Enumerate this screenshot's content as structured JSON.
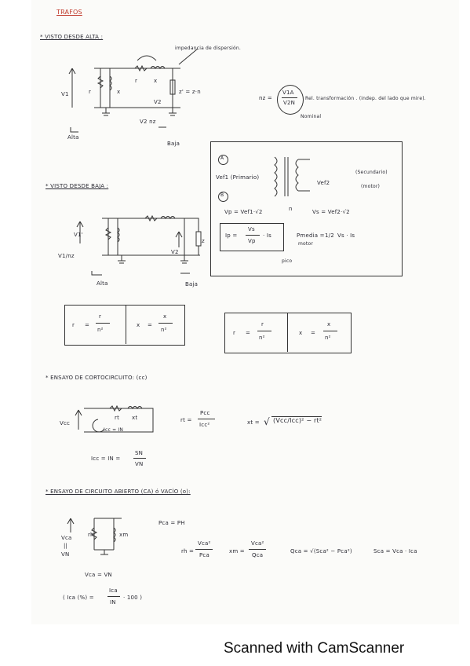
{
  "title": "TRAFOS",
  "s1": {
    "heading": "* VISTO DESDE ALTA :",
    "impedance_note": "impedancia de dispersión.",
    "v1": "V1",
    "rh": "r",
    "xm": "x",
    "rt": "r",
    "xt": "x",
    "z": "z' = z·n",
    "v2": "V2",
    "v2n": "V2 nz",
    "alta": "Alta",
    "baja": "Baja",
    "nz": "nz =",
    "frac_num": "V1A",
    "frac_den": "V2N",
    "rel": "Rel. transformación . (indep. del lado que mire).",
    "nominal": "Nominal"
  },
  "s2": {
    "heading": "* VISTO DESDE BAJA :",
    "v1p": "V1'",
    "v1nz": "V1/nz",
    "alta": "Alta",
    "baja": "Baja",
    "v2": "V2",
    "z": "z",
    "box": {
      "a": "A",
      "b": "B",
      "vef1": "Vef1 (Primario)",
      "n": "n",
      "secundario": "(Secundario)",
      "motor": "(motor)",
      "vef2": "Vef2",
      "vp": "Vp = Vef1·√2",
      "vs": "Vs = Vef2·√2",
      "ip": "Ip =",
      "ip_num": "Vs",
      "ip_den": "Vp",
      "is": "· Is",
      "pico": "pico",
      "pmedia": "Pmedia =",
      "half": "1/2",
      "pm_rest": "Vs · Is",
      "motor2": "motor"
    }
  },
  "formulas": {
    "f1_lhs": "r",
    "f1_num": "r",
    "f1_den": "n²",
    "f2_lhs": "x",
    "f2_num": "x",
    "f2_den": "n²",
    "f3_lhs": "r",
    "f3_num": "r",
    "f3_den": "n²",
    "f4_lhs": "x",
    "f4_num": "x",
    "f4_den": "n²"
  },
  "cc": {
    "heading": "* ENSAYO DE CORTOCIRCUITO: (cc)",
    "vcc": "Vcc",
    "rt": "rt",
    "xt": "xt",
    "icc": "Icc = IN",
    "rt_eq": "rt =",
    "rt_num": "Pcc",
    "rt_den": "Icc²",
    "xt_eq": "xt =",
    "xt_sqrt": "(Vcc/Icc)² − rt²",
    "icc2": "Icc = IN =",
    "icc2_num": "SN",
    "icc2_den": "VN"
  },
  "ca": {
    "heading": "* ENSAYO DE CIRCUITO ABIERTO (CA) ó VACÍO (o):",
    "vca": "Vca",
    "eq": "||",
    "vn": "VN",
    "rh": "rh",
    "xm": "xm",
    "pca": "Pca = PH",
    "rh_eq": "rh =",
    "rh_num": "Vca²",
    "rh_den": "Pca",
    "xm_eq": "xm =",
    "xm_num": "Vca²",
    "xm_den": "Qca",
    "qca": "Qca = √(Sca² − Pca²)",
    "sca": "Sca = Vca · Ica",
    "vca_vn": "Vca = VN",
    "ica_pct": "( Ica (%) =",
    "ica_num": "Ica",
    "ica_den": "IN",
    "ica_tail": "· 100 )"
  },
  "footer": "Scanned with CamScanner"
}
